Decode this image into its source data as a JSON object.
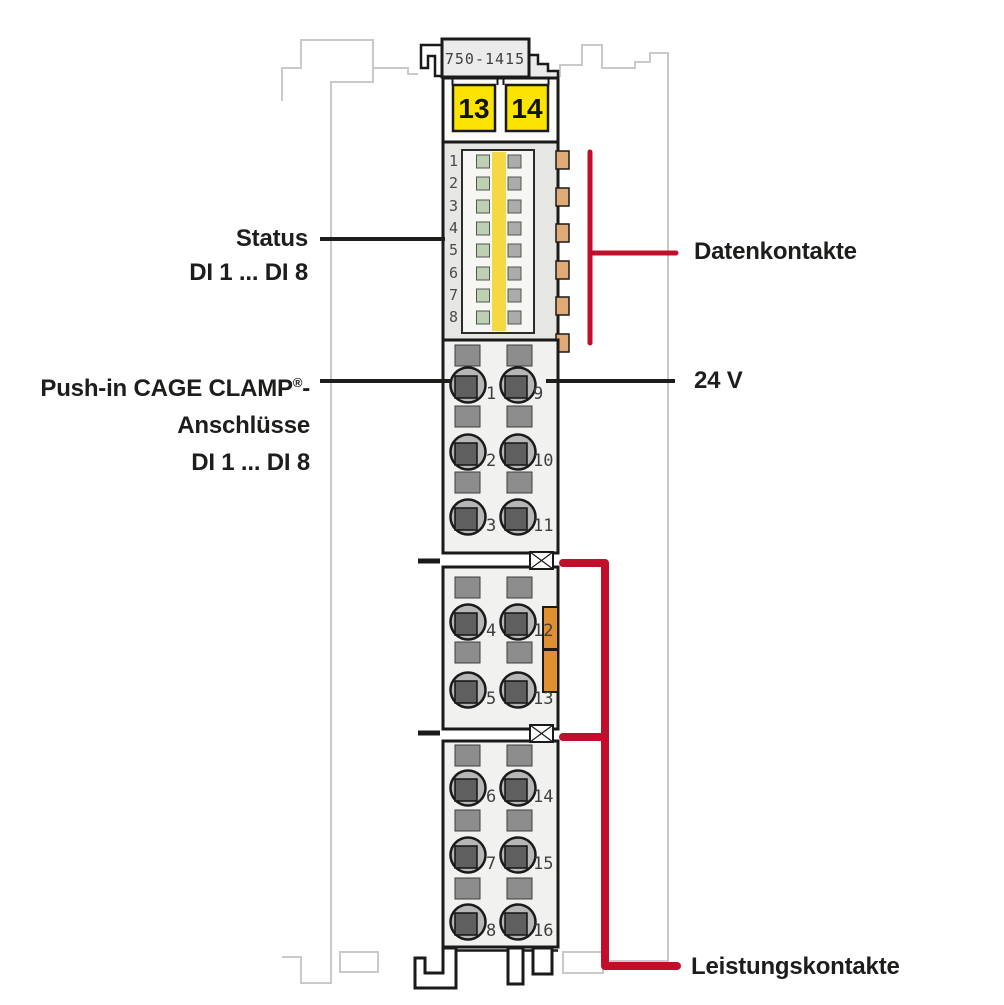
{
  "diagram": {
    "part_number": "750-1415",
    "marking": [
      "13",
      "14"
    ],
    "led_channels": [
      "1",
      "2",
      "3",
      "4",
      "5",
      "6",
      "7",
      "8"
    ],
    "clamp_rows": [
      {
        "left": "1",
        "right": "9"
      },
      {
        "left": "2",
        "right": "10"
      },
      {
        "left": "3",
        "right": "11"
      },
      {
        "left": "4",
        "right": "12"
      },
      {
        "left": "5",
        "right": "13"
      },
      {
        "left": "6",
        "right": "14"
      },
      {
        "left": "7",
        "right": "15"
      },
      {
        "left": "8",
        "right": "16"
      }
    ]
  },
  "callouts": {
    "status_title": "Status",
    "status_range": "DI 1 ... DI 8",
    "pushin_title": "Push-in CAGE CLAMP",
    "pushin_reg": "®",
    "pushin_hyphen": "-",
    "pushin_line2": "Anschlüsse",
    "pushin_range": "DI 1 ... DI 8",
    "data_contacts": "Datenkontakte",
    "supply_voltage": "24 V",
    "power_contacts": "Leistungskontakte"
  },
  "colors": {
    "callout_red": "#c10f2b",
    "marking_yellow": "#fde300",
    "led_green": "#bcd0b2",
    "led_strip_yellow": "#f3da44",
    "data_contact_tan": "#dfaa76",
    "power_contact_orange": "#e09030"
  }
}
